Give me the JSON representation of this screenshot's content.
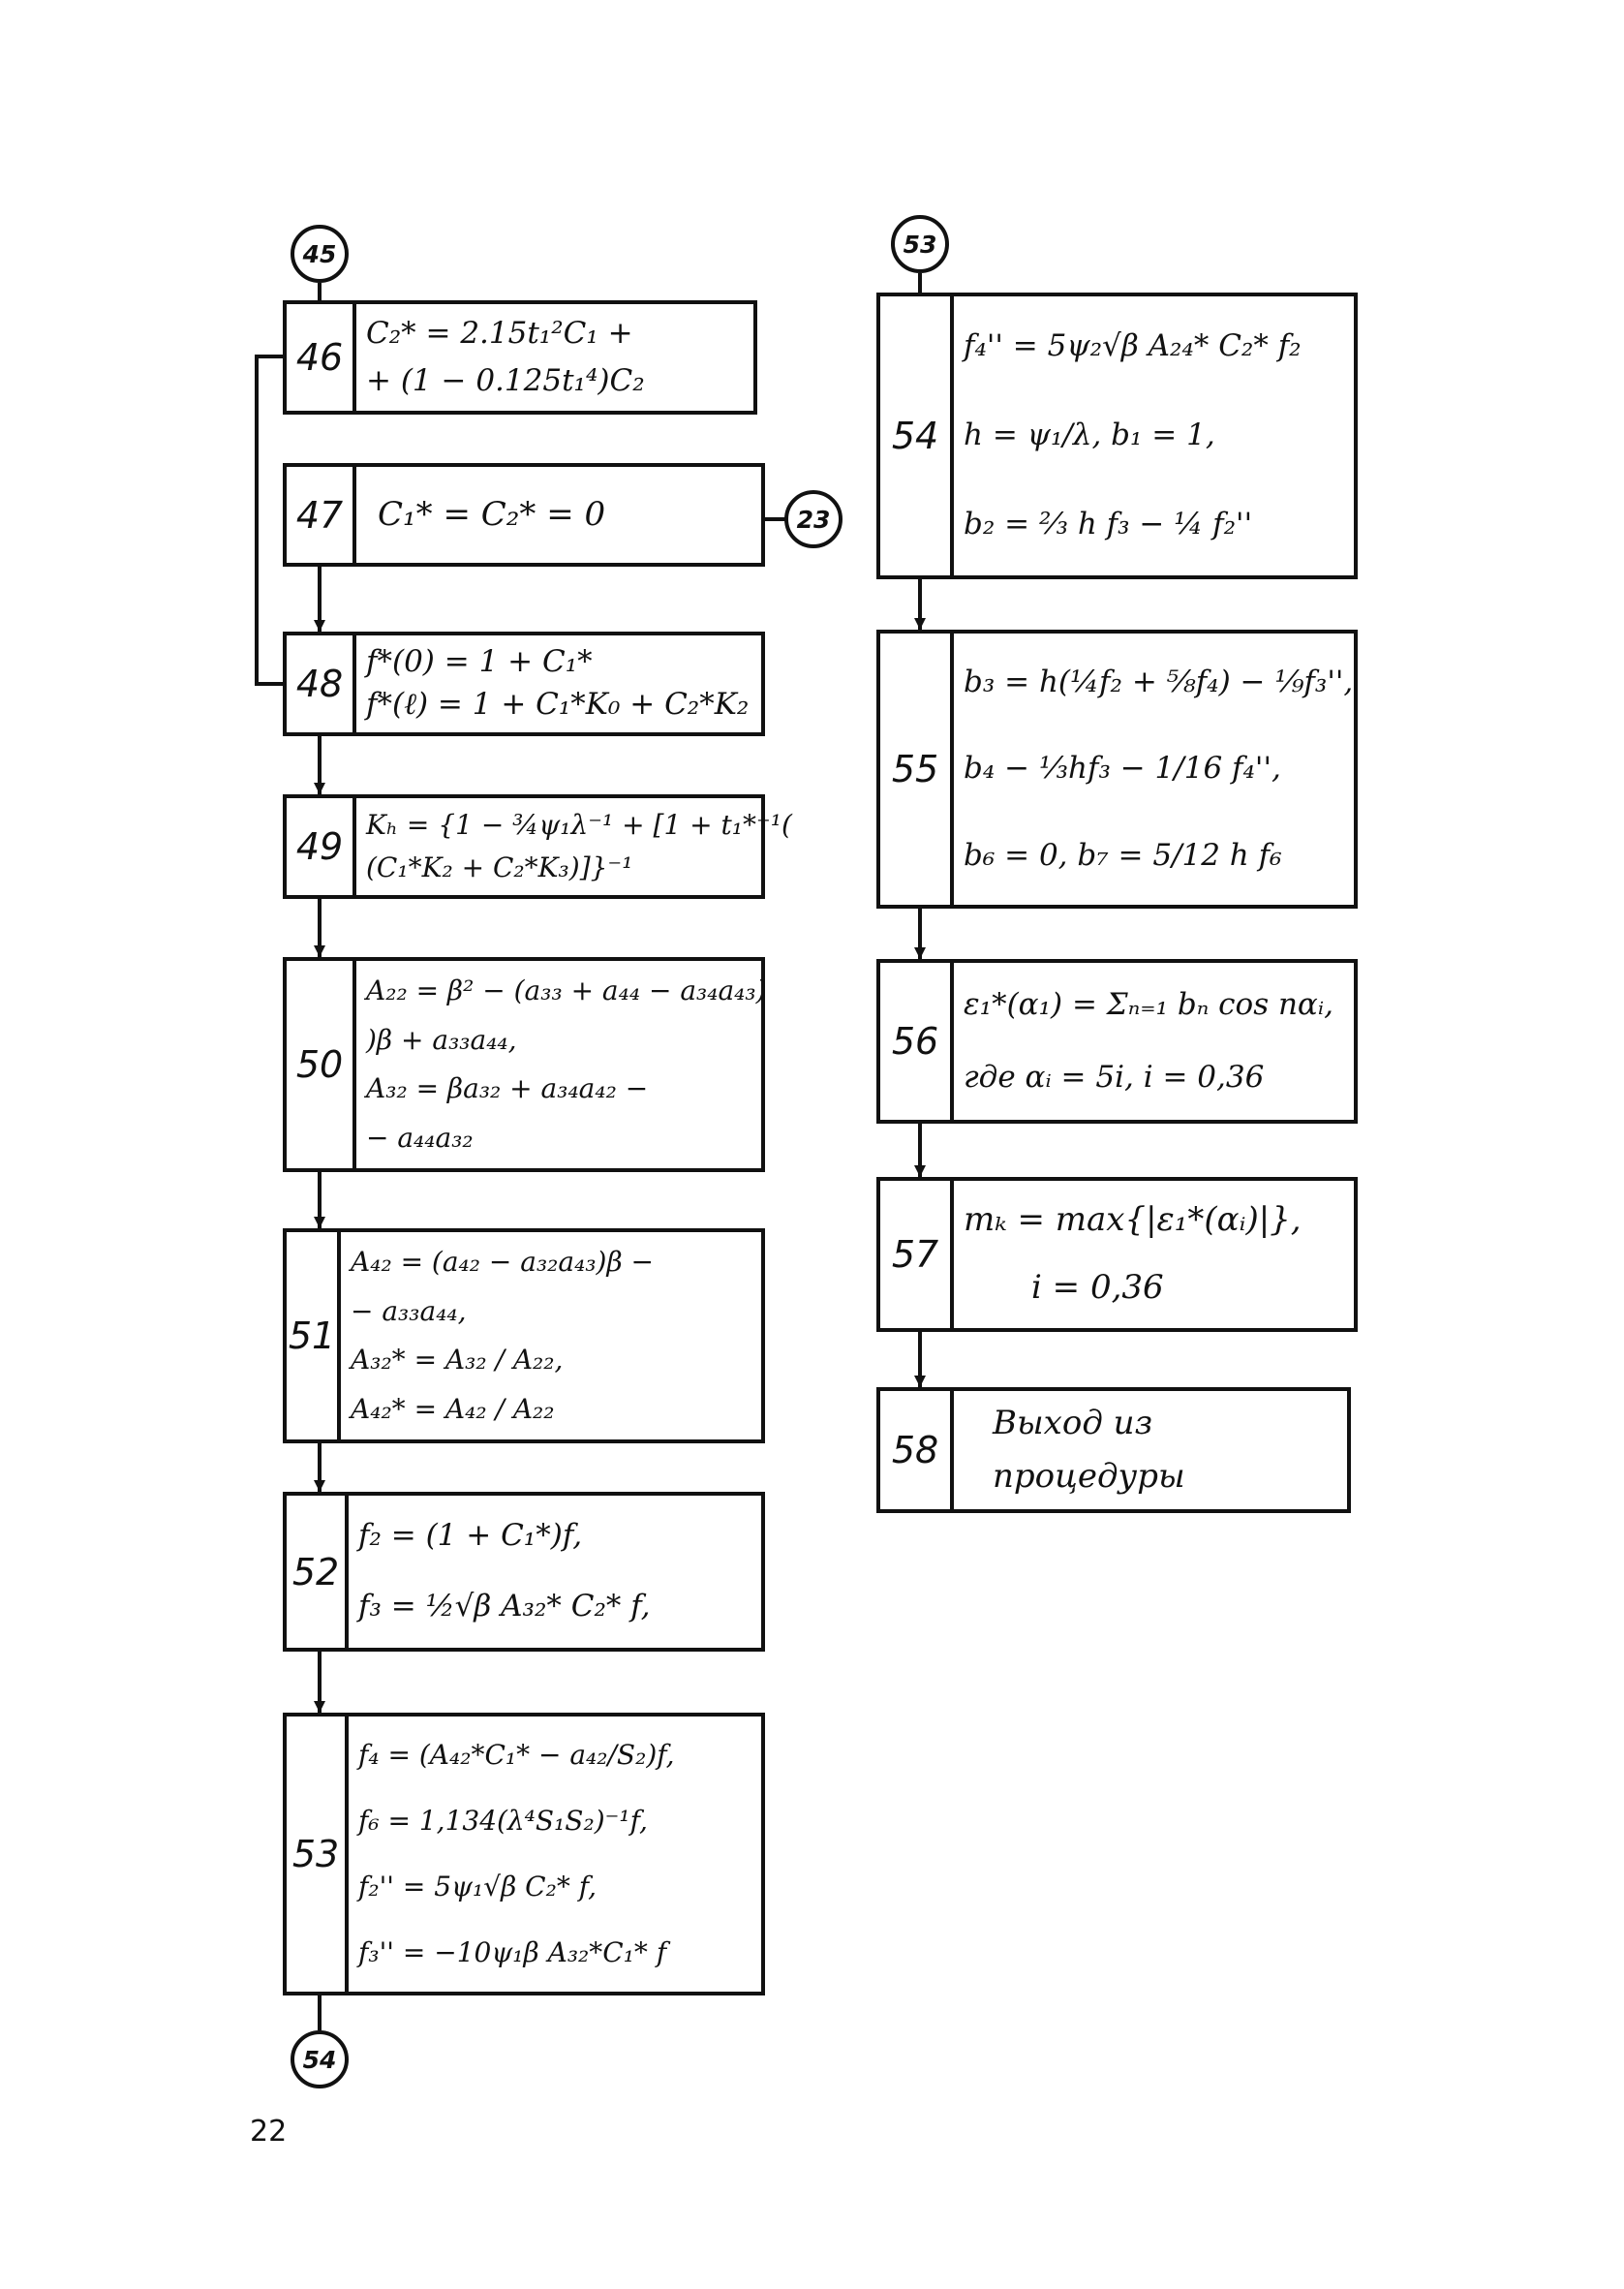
{
  "connectors": {
    "top_left": "45",
    "top_right": "53",
    "bottom_left": "54",
    "side_47": "23"
  },
  "blocks": {
    "b46": {
      "num": "46",
      "lines": [
        "C₂* = 2.15t₁²C₁ +",
        "+ (1 − 0.125t₁⁴)C₂"
      ]
    },
    "b47": {
      "num": "47",
      "lines": [
        "C₁* = C₂* = 0"
      ]
    },
    "b48": {
      "num": "48",
      "lines": [
        "f*(0) = 1 + C₁*",
        "f*(ℓ) = 1 + C₁*K₀ + C₂*K₂"
      ]
    },
    "b49": {
      "num": "49",
      "lines": [
        "Kₕ = {1 − ¾ψ₁λ⁻¹ + [1 + t₁*⁻¹(",
        "(C₁*K₂ + C₂*K₃)]}⁻¹"
      ]
    },
    "b50": {
      "num": "50",
      "lines": [
        "A₂₂ = β² − (a₃₃ + a₄₄ − a₃₄a₄₃)",
        ")β + a₃₃a₄₄,",
        "A₃₂ = βa₃₂ + a₃₄a₄₂ −",
        "− a₄₄a₃₂"
      ]
    },
    "b51": {
      "num": "51",
      "lines": [
        "A₄₂ = (a₄₂ − a₃₂a₄₃)β −",
        "− a₃₃a₄₄,",
        "A₃₂* = A₃₂ / A₂₂,",
        "A₄₂* = A₄₂ / A₂₂"
      ]
    },
    "b52": {
      "num": "52",
      "lines": [
        "f₂ = (1 + C₁*)f,",
        "f₃ = ½√β A₃₂* C₂* f,"
      ]
    },
    "b53": {
      "num": "53",
      "lines": [
        "f₄ = (A₄₂*C₁* − a₄₂/S₂)f,",
        "f₆ = 1,134(λ⁴S₁S₂)⁻¹f,",
        "f₂'' = 5ψ₁√β C₂* f,",
        "f₃'' = −10ψ₁β A₃₂*C₁* f"
      ]
    },
    "b54": {
      "num": "54",
      "lines": [
        "f₄'' = 5ψ₂√β A₂₄* C₂* f₂",
        "h = ψ₁/λ,  b₁ = 1,",
        "b₂ = ⅔ h f₃ − ¼ f₂''"
      ]
    },
    "b55": {
      "num": "55",
      "lines": [
        "b₃ = h(¼f₂ + ⅝f₄) − ⅑f₃'',",
        "b₄ − ⅓hf₃ − 1/16 f₄'',",
        "b₆ = 0,  b₇ = 5/12 h f₆"
      ]
    },
    "b56": {
      "num": "56",
      "lines": [
        "ε₁*(α₁) = Σₙ₌₁ bₙ cos nαᵢ,",
        "где αᵢ = 5i,  i = 0,36"
      ]
    },
    "b57": {
      "num": "57",
      "lines": [
        "mₖ = max{|ε₁*(αᵢ)|},",
        "i = 0,36"
      ]
    },
    "b58": {
      "num": "58",
      "lines": [
        "Выход из",
        "процедуры"
      ]
    }
  },
  "page_number": "22"
}
